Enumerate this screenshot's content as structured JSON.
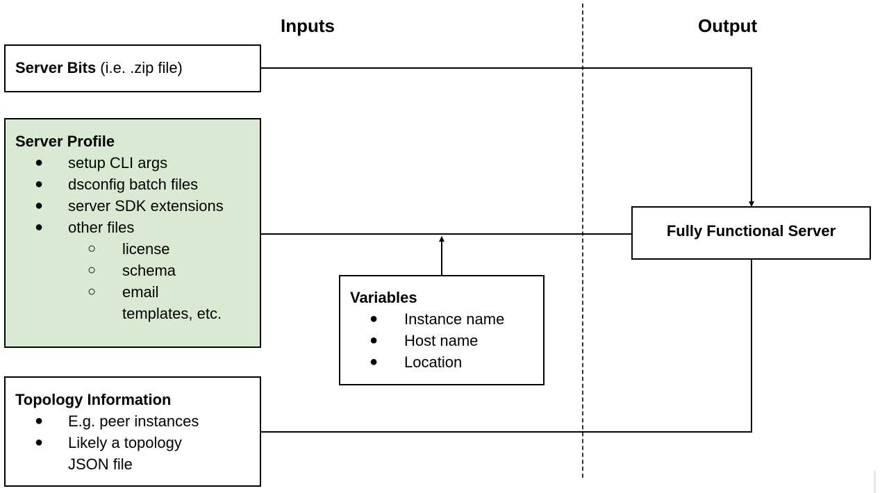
{
  "headings": {
    "inputs": "Inputs",
    "output": "Output"
  },
  "server_bits": {
    "title": "Server Bits",
    "suffix": " (i.e. .zip file)"
  },
  "server_profile": {
    "title": "Server Profile",
    "items": [
      "setup CLI args",
      "dsconfig batch files",
      "server SDK extensions",
      "other files"
    ],
    "subitems": [
      "license",
      "schema",
      "email",
      "templates, etc."
    ],
    "bullet": "●",
    "sub_bullet": "○"
  },
  "topology": {
    "title": "Topology Information",
    "items": [
      "E.g. peer instances",
      "Likely a topology",
      "JSON file"
    ]
  },
  "variables": {
    "title": "Variables",
    "items": [
      "Instance name",
      "Host name",
      "Location"
    ]
  },
  "output_box": {
    "title": "Fully Functional Server"
  },
  "colors": {
    "profile_fill": "#d9ead3",
    "border": "#000000",
    "divider": "#333333"
  }
}
